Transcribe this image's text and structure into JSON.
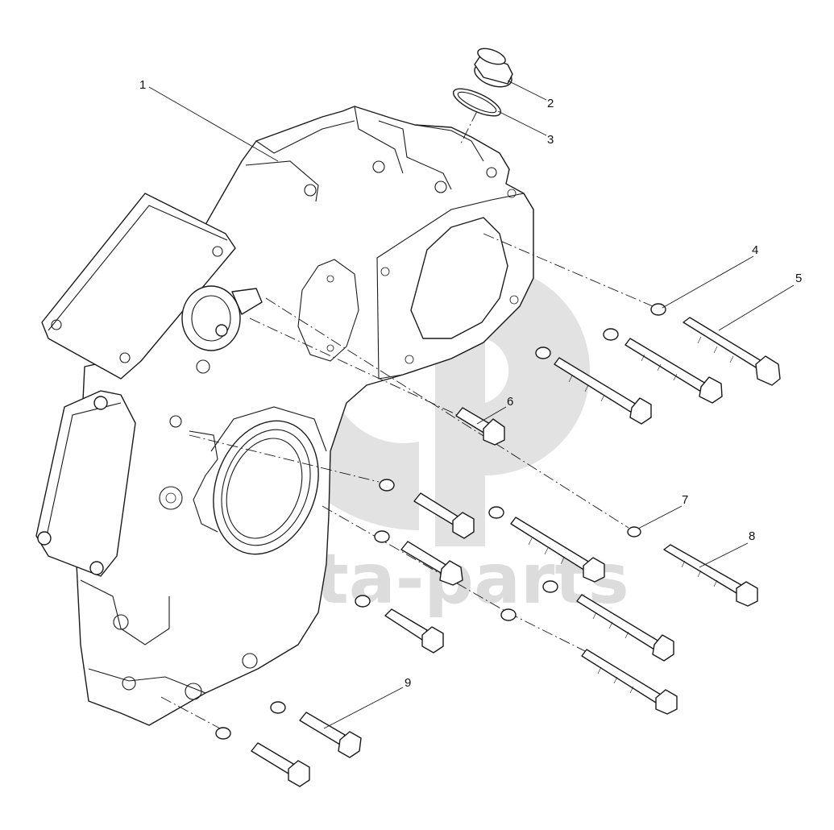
{
  "colors": {
    "ink": "#1a1a1a",
    "watermark": "#dcdcdc",
    "background": "#ffffff"
  },
  "watermark": {
    "text": "data-parts",
    "logo_icon": "gp-logo-icon"
  },
  "callouts": [
    "1",
    "2",
    "3",
    "4",
    "5",
    "6",
    "7",
    "8",
    "9"
  ]
}
